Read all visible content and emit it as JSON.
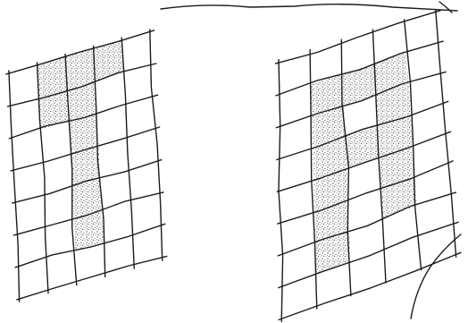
{
  "colors": {
    "paper": "#ffffff",
    "ink": "#1b1b1b",
    "stipple": "#5a5a5a"
  },
  "grids": [
    {
      "name": "left-grid",
      "columns": 5,
      "rows": 7,
      "shaded_cells": [
        [
          0,
          1
        ],
        [
          0,
          2
        ],
        [
          0,
          3
        ],
        [
          1,
          1
        ],
        [
          1,
          2
        ],
        [
          2,
          2
        ],
        [
          3,
          2
        ],
        [
          4,
          2
        ],
        [
          5,
          2
        ]
      ]
    },
    {
      "name": "right-grid",
      "columns": 5,
      "rows": 8,
      "shaded_cells": [
        [
          1,
          1
        ],
        [
          1,
          2
        ],
        [
          1,
          3
        ],
        [
          2,
          1
        ],
        [
          2,
          3
        ],
        [
          3,
          1
        ],
        [
          3,
          2
        ],
        [
          3,
          3
        ],
        [
          4,
          1
        ],
        [
          4,
          3
        ],
        [
          5,
          1
        ],
        [
          5,
          3
        ],
        [
          6,
          1
        ]
      ]
    }
  ]
}
